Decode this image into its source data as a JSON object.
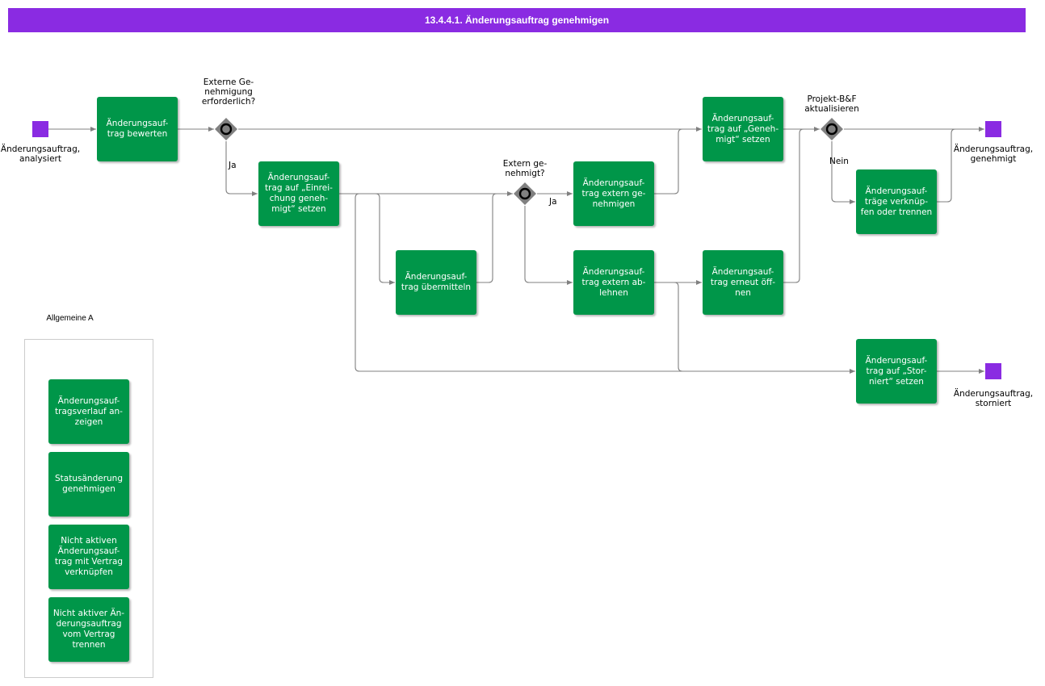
{
  "title": "13.4.4.1. Änderungsauftrag genehmigen",
  "colors": {
    "header": "#8a2be2",
    "task": "#009649",
    "event": "#8a2be2",
    "gateway": "#808080",
    "connector": "#808080"
  },
  "events": {
    "start": "Änderungsauftrag,\nanalysiert",
    "end_genehmigt": "Änderungsauftrag,\ngenehmigt",
    "end_storniert": "Änderungsauftrag,\nstorniert"
  },
  "gateways": {
    "g1": "Externe Ge-\nnehmigung\nerforderlich?",
    "g2": "Extern ge-\nnehmigt?",
    "g3": "Projekt-B&F\naktualisieren"
  },
  "edge_labels": {
    "g1_ja": "Ja",
    "g2_ja": "Ja",
    "g3_nein": "Nein"
  },
  "tasks": {
    "bewerten": "Änderungsauf-\ntrag bewerten",
    "einreichung": "Änderungsauf-\ntrag auf „Einrei-\nchung geneh-\nmigt“ setzen",
    "uebermitteln": "Änderungsauf-\ntrag übermitteln",
    "extern_genehmigen": "Änderungsauf-\ntrag extern ge-\nnehmigen",
    "extern_ablehnen": "Änderungsauf-\ntrag extern ab-\nlehnen",
    "genehmigt_setzen": "Änderungsauf-\ntrag auf „Geneh-\nmigt“ setzen",
    "erneut_oeffnen": "Änderungsauf-\ntrag erneut öff-\nnen",
    "verknuepfen_trennen": "Änderungsauf-\nträge verknüp-\nfen oder trennen",
    "storniert_setzen": "Änderungsauf-\ntrag auf „Stor-\nniert“ setzen"
  },
  "legend": {
    "title": "Allgemeine A",
    "items": [
      "Änderungsauf-\ntragsverlauf an-\nzeigen",
      "Statusänderung\ngenehmigen",
      "Nicht aktiven\nÄnderungsauf-\ntrag mit Vertrag\nverknüpfen",
      "Nicht aktiver Än-\nderungsauftrag\nvom Vertrag\ntrennen"
    ]
  }
}
